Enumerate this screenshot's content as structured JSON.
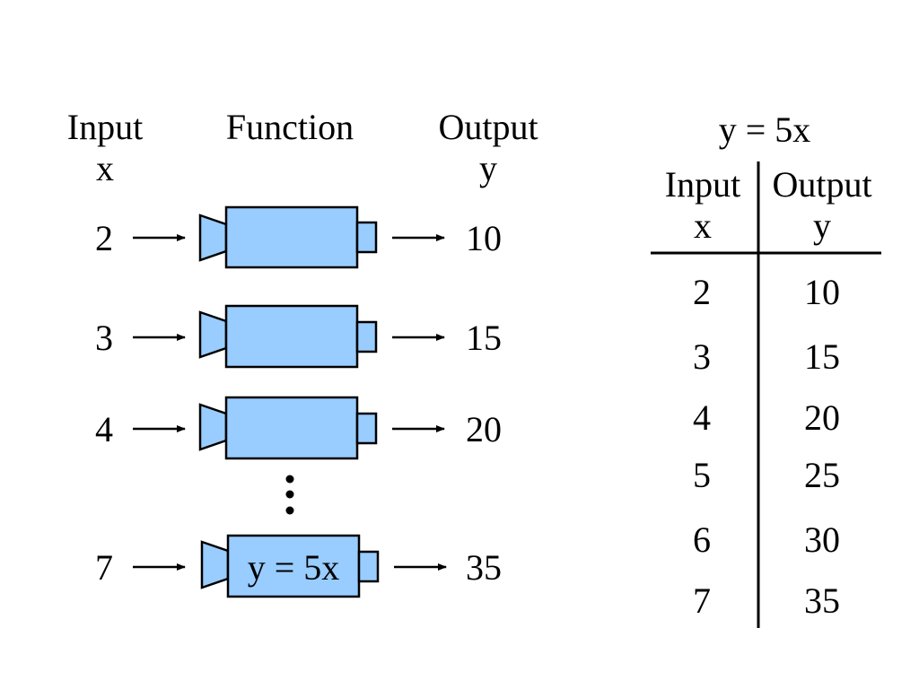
{
  "diagram": {
    "headers": {
      "input_label": "Input",
      "input_var": "x",
      "function_label": "Function",
      "output_label": "Output",
      "output_var": "y"
    },
    "rows": [
      {
        "input": "2",
        "output": "10",
        "machine_text": ""
      },
      {
        "input": "3",
        "output": "15",
        "machine_text": ""
      },
      {
        "input": "4",
        "output": "20",
        "machine_text": ""
      },
      {
        "input": "7",
        "output": "35",
        "machine_text": "y = 5x"
      }
    ],
    "machine_color": "#99ccff"
  },
  "table": {
    "title": "y = 5x",
    "col_input_label": "Input",
    "col_input_var": "x",
    "col_output_label": "Output",
    "col_output_var": "y",
    "rows": [
      {
        "x": "2",
        "y": "10"
      },
      {
        "x": "3",
        "y": "15"
      },
      {
        "x": "4",
        "y": "20"
      },
      {
        "x": "5",
        "y": "25"
      },
      {
        "x": "6",
        "y": "30"
      },
      {
        "x": "7",
        "y": "35"
      }
    ]
  }
}
